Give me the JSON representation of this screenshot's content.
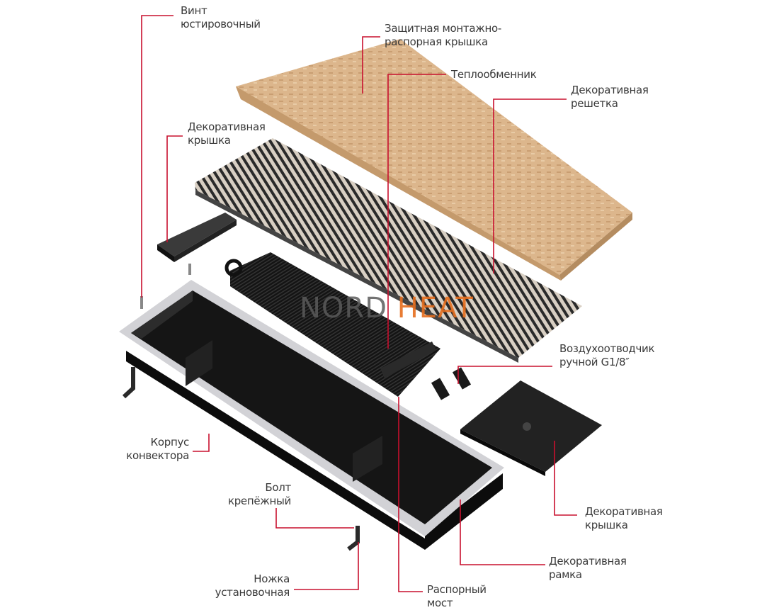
{
  "brand": {
    "part1": "NORD",
    "part2": "HEAT"
  },
  "labels": {
    "screw": [
      "Винт",
      "юстировочный"
    ],
    "protective_cover": [
      "Защитная монтажно-",
      "распорная крышка"
    ],
    "heat_exchanger": [
      "Теплообменник"
    ],
    "grille": [
      "Декоративная",
      "решетка"
    ],
    "cover_left": [
      "Декоративная",
      "крышка"
    ],
    "air_vent": [
      "Воздухоотводчик",
      "ручной G1/8″"
    ],
    "body": [
      "Корпус",
      "конвектора"
    ],
    "bolt": [
      "Болт",
      "крепёжный"
    ],
    "cover_right": [
      "Декоративная",
      "крышка"
    ],
    "frame": [
      "Декоративная",
      "рамка"
    ],
    "leg": [
      "Ножка",
      "установочная"
    ],
    "bridge": [
      "Распорный",
      "мост"
    ]
  },
  "colors": {
    "leader": "#c8102e",
    "text": "#3a3a3a",
    "wood": "#d9b48a",
    "metal": "#1c1c1c",
    "frame": "#c9c9cc"
  }
}
